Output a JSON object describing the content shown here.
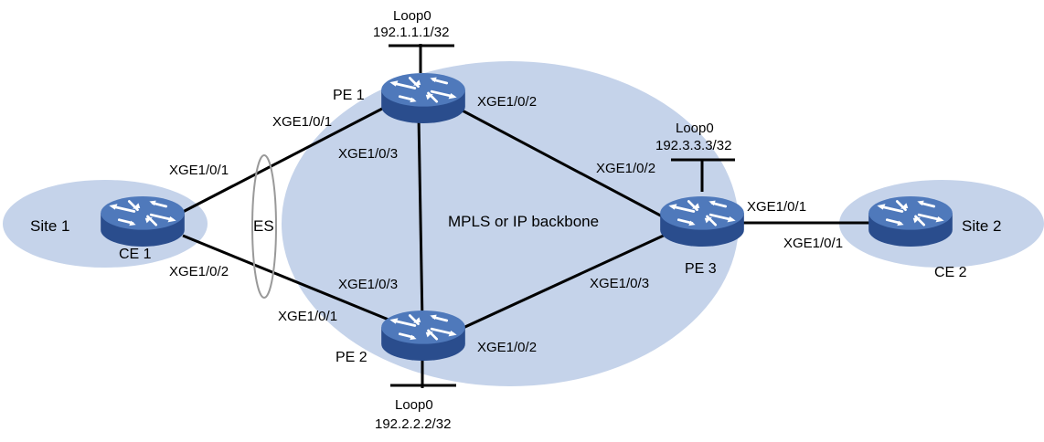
{
  "colors": {
    "cloud": "#c5d3ea",
    "router_top": "#4f79bb",
    "router_side": "#2a4d8d",
    "link": "#000000",
    "es_oval": "#999999"
  },
  "cloud_labels": {
    "backbone": "MPLS or IP backbone",
    "site1": "Site 1",
    "site2": "Site 2"
  },
  "devices": {
    "pe1": {
      "name": "PE 1",
      "icon": "router-icon",
      "loopback_label": "Loop0",
      "loopback_ip": "192.1.1.1/32"
    },
    "pe2": {
      "name": "PE 2",
      "icon": "router-icon",
      "loopback_label": "Loop0",
      "loopback_ip": "192.2.2.2/32"
    },
    "pe3": {
      "name": "PE 3",
      "icon": "router-icon",
      "loopback_label": "Loop0",
      "loopback_ip": "192.3.3.3/32"
    },
    "ce1": {
      "name": "CE 1",
      "icon": "router-icon"
    },
    "ce2": {
      "name": "CE 2",
      "icon": "router-icon"
    }
  },
  "es_label": "ES",
  "interfaces": {
    "ce1_to_pe1": "XGE1/0/1",
    "ce1_to_pe2": "XGE1/0/2",
    "pe1_to_ce1": "XGE1/0/1",
    "pe1_to_pe3": "XGE1/0/2",
    "pe1_to_pe2": "XGE1/0/3",
    "pe2_to_ce1": "XGE1/0/1",
    "pe2_to_pe1": "XGE1/0/3",
    "pe2_to_pe3": "XGE1/0/2",
    "pe3_to_pe1": "XGE1/0/2",
    "pe3_to_pe2": "XGE1/0/3",
    "pe3_to_ce2": "XGE1/0/1",
    "ce2_to_pe3": "XGE1/0/1"
  }
}
